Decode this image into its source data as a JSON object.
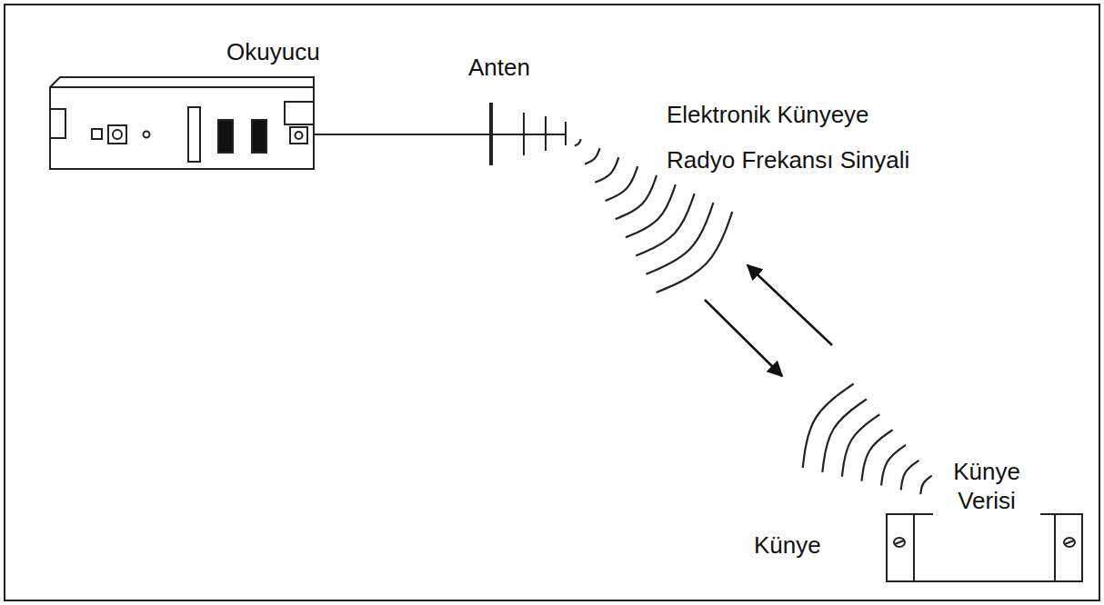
{
  "diagram": {
    "nodes": [
      {
        "text": [
          "Okuyucu"
        ]
      },
      {
        "text": [
          "Künye"
        ]
      }
    ],
    "labels": [
      "Anten",
      "Elektronik Künyeye Radyo Frekansı Sinyali",
      "Künye Verisi"
    ]
  }
}
